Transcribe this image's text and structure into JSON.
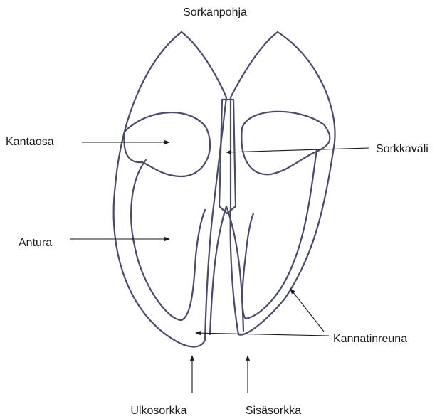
{
  "diagram": {
    "labels": {
      "sorkanpohja": "Sorkanpohja",
      "kantaosa": "Kantaosa",
      "sorkkavali": "Sorkkaväli",
      "antura": "Antura",
      "kannatinreuna": "Kannatinreuna",
      "ulkosorkka": "Ulkosorkka",
      "sisasorkka": "Sisäsorkka"
    },
    "colors": {
      "outline": "#4a4a6a",
      "text": "#1a1a1a",
      "background": "#ffffff"
    }
  }
}
